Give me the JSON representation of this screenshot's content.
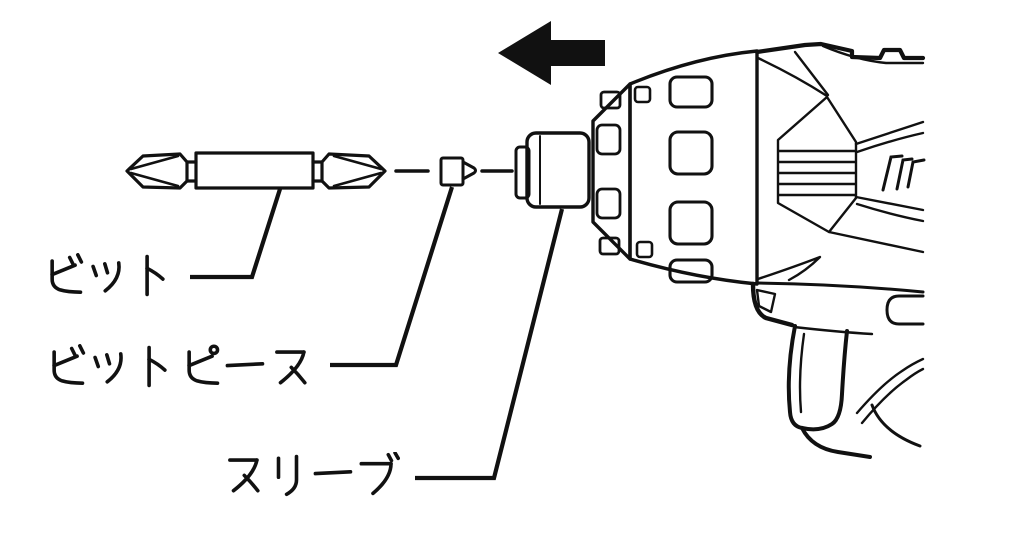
{
  "diagram": {
    "background_color": "#ffffff",
    "line_color": "#111111",
    "labels": {
      "bit": "ビット",
      "bit_piece": "ビットピース",
      "sleeve": "スリーブ"
    },
    "arrow": {
      "direction": "left"
    },
    "logo": "makita-m-logo"
  }
}
